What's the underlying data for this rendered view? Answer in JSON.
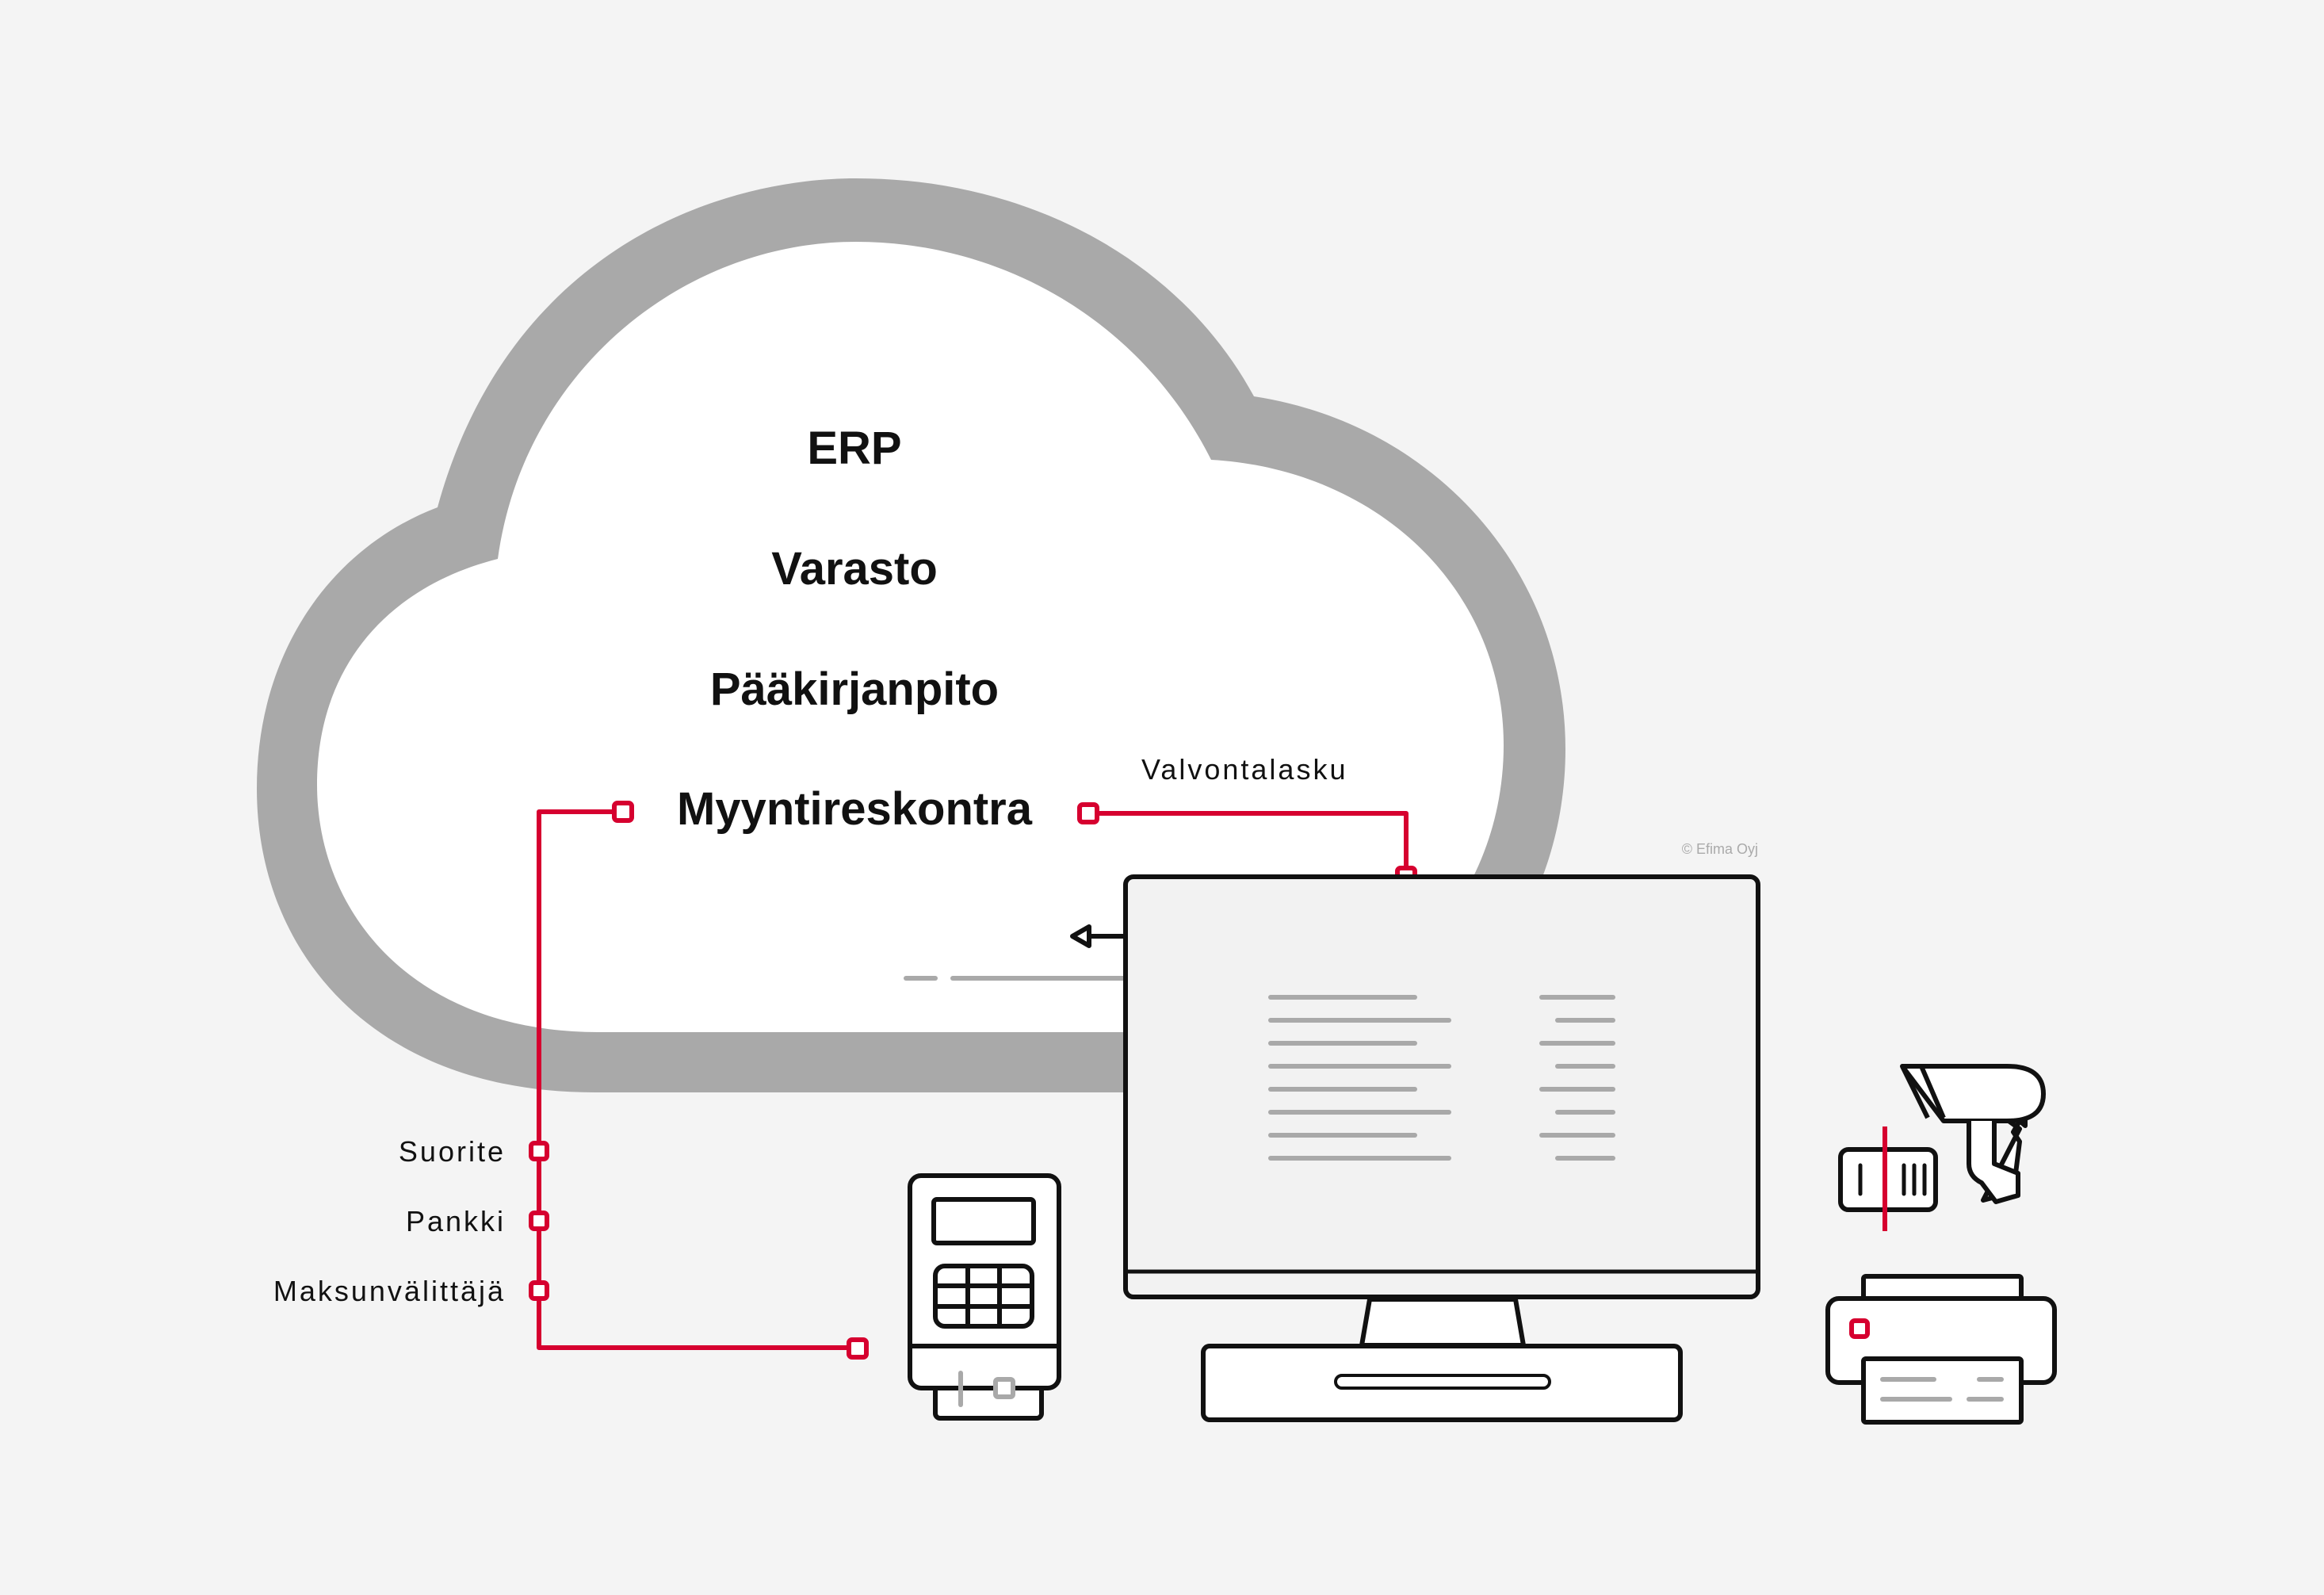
{
  "cloud": {
    "items": [
      "ERP",
      "Varasto",
      "Pääkirjanpito",
      "Myyntireskontra"
    ]
  },
  "labels": {
    "valvontalasku": "Valvontalasku",
    "suorite": "Suorite",
    "pankki": "Pankki",
    "maksunvalittaja": "Maksunvälittäjä"
  },
  "copyright": "© Efima Oyj",
  "colors": {
    "background": "#f4f4f4",
    "cloud_outline": "#a9a9a9",
    "cloud_fill": "#ffffff",
    "accent_red": "#d6002f",
    "line_black": "#111111",
    "line_gray": "#a9a9a9"
  },
  "icons": [
    "payment-terminal-icon",
    "computer-monitor-icon",
    "barcode-scanner-icon",
    "receipt-printer-icon"
  ]
}
